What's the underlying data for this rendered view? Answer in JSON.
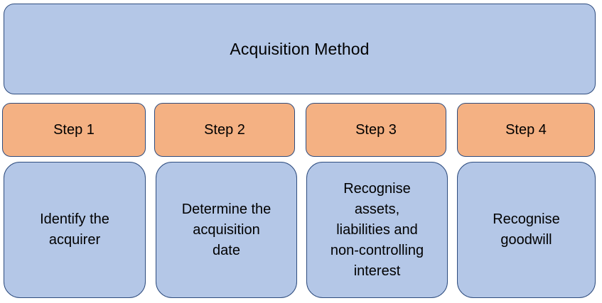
{
  "diagram": {
    "type": "process-flow",
    "title": "Acquisition Method",
    "colors": {
      "header_fill": "#B4C7E7",
      "step_fill": "#F4B183",
      "description_fill": "#B4C7E7",
      "border": "#2E4C7E",
      "text": "#000000",
      "background": "#FFFFFF"
    },
    "steps": [
      {
        "label": "Step 1",
        "description": "Identify the\nacquirer"
      },
      {
        "label": "Step 2",
        "description": "Determine the\nacquisition\ndate"
      },
      {
        "label": "Step 3",
        "description": "Recognise\nassets,\nliabilities and\nnon-controlling\ninterest"
      },
      {
        "label": "Step 4",
        "description": "Recognise\ngoodwill"
      }
    ]
  }
}
